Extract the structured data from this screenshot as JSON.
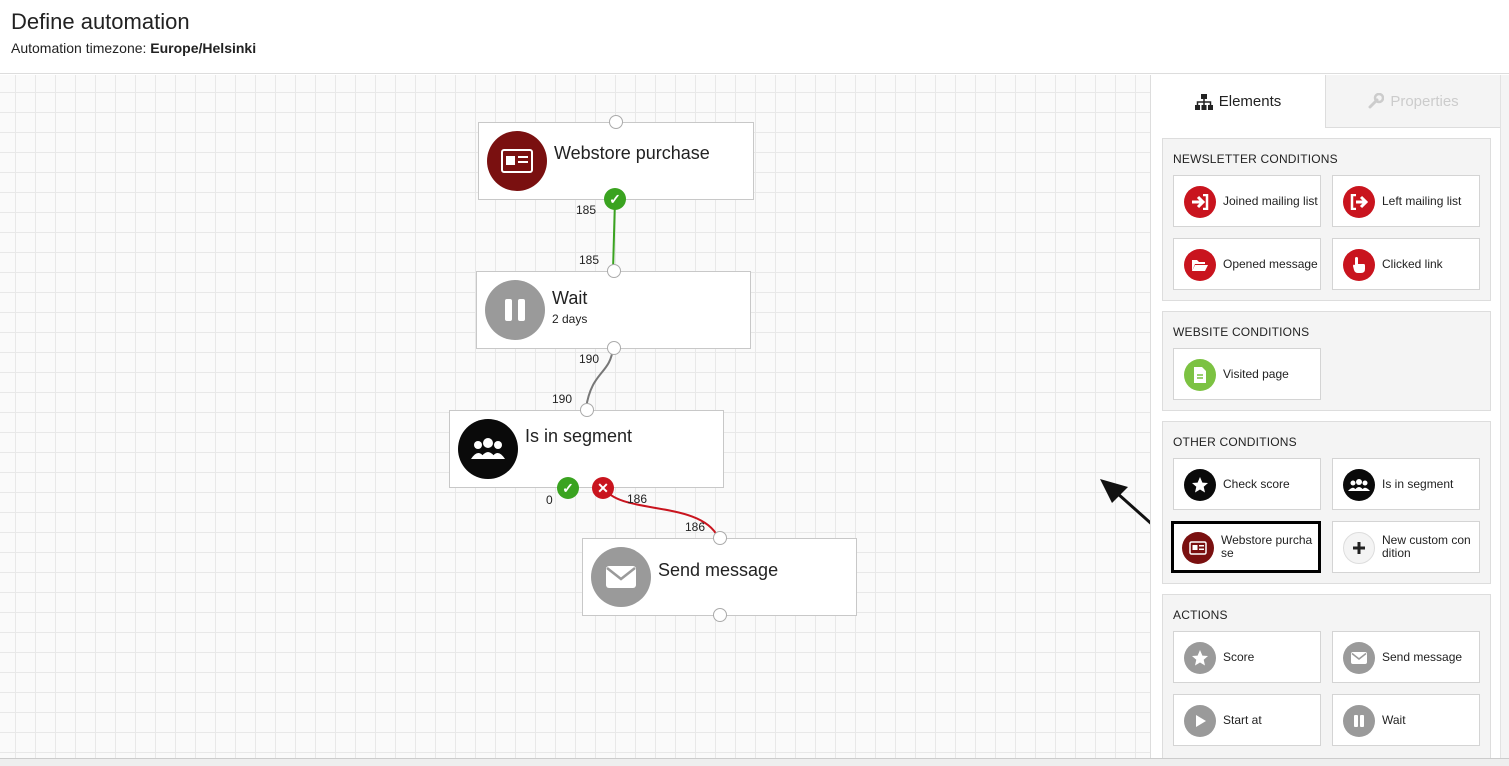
{
  "header": {
    "title": "Define automation",
    "timezone_label": "Automation timezone:",
    "timezone_value": "Europe/Helsinki"
  },
  "flow": {
    "nodes": {
      "webstore": {
        "title": "Webstore purchase",
        "icon": "id-card-icon",
        "color": "#7a1010"
      },
      "wait": {
        "title": "Wait",
        "subtitle": "2 days",
        "icon": "pause-icon",
        "color": "#9a9a9a"
      },
      "segment": {
        "title": "Is in segment",
        "icon": "users-icon",
        "color": "#0a0a0a"
      },
      "send": {
        "title": "Send message",
        "icon": "envelope-icon",
        "color": "#9a9a9a"
      }
    },
    "counts": {
      "webstore_out": "185",
      "wait_in": "185",
      "wait_out": "190",
      "segment_in": "190",
      "segment_yes": "0",
      "segment_no": "186",
      "send_in": "186"
    }
  },
  "panel": {
    "tabs": {
      "elements": "Elements",
      "properties": "Properties"
    },
    "sections": {
      "newsletter": {
        "title": "NEWSLETTER CONDITIONS",
        "items": [
          {
            "label": "Joined mailing list",
            "icon": "sign-in-icon"
          },
          {
            "label": "Left mailing list",
            "icon": "sign-out-icon"
          },
          {
            "label": "Opened message",
            "icon": "folder-open-icon"
          },
          {
            "label": "Clicked link",
            "icon": "pointer-hand-icon"
          }
        ]
      },
      "website": {
        "title": "WEBSITE CONDITIONS",
        "items": [
          {
            "label": "Visited page",
            "icon": "file-icon"
          }
        ]
      },
      "other": {
        "title": "OTHER CONDITIONS",
        "items": [
          {
            "label": "Check score",
            "icon": "star-icon"
          },
          {
            "label": "Is in segment",
            "icon": "users-icon"
          },
          {
            "label": "Webstore purchase",
            "icon": "id-card-icon"
          },
          {
            "label": "New custom condition",
            "icon": "plus-icon"
          }
        ]
      },
      "actions": {
        "title": "ACTIONS",
        "items": [
          {
            "label": "Score",
            "icon": "star-icon"
          },
          {
            "label": "Send message",
            "icon": "envelope-icon"
          },
          {
            "label": "Start at",
            "icon": "play-icon"
          },
          {
            "label": "Wait",
            "icon": "pause-icon"
          }
        ]
      }
    }
  },
  "colors": {
    "success": "#3aa320",
    "failure": "#c9141e",
    "accent_dark_red": "#7a1010",
    "action_gray": "#9a9a9a"
  }
}
